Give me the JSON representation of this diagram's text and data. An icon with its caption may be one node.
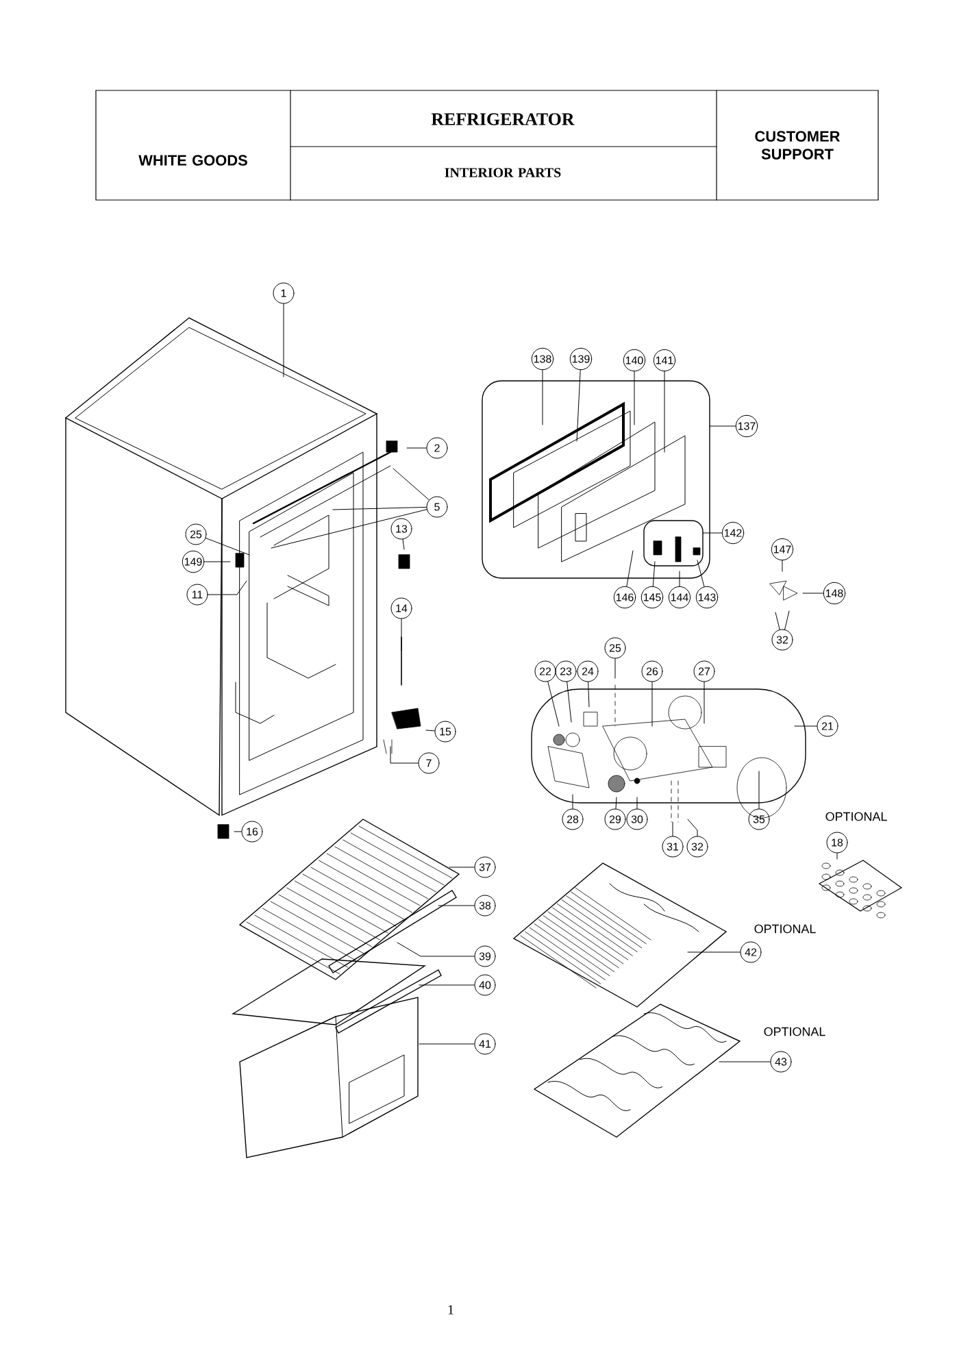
{
  "diagram": {
    "nodes": [
      {
        "text": [
          "1"
        ]
      },
      {
        "text": [
          "2"
        ]
      },
      {
        "text": [
          "5"
        ]
      },
      {
        "text": [
          "25"
        ]
      },
      {
        "text": [
          "149"
        ]
      },
      {
        "text": [
          "13"
        ]
      },
      {
        "text": [
          "11"
        ]
      },
      {
        "text": [
          "14"
        ]
      },
      {
        "text": [
          "15"
        ]
      },
      {
        "text": [
          "7"
        ]
      },
      {
        "text": [
          "16"
        ]
      },
      {
        "text": [
          "138"
        ]
      },
      {
        "text": [
          "139"
        ]
      },
      {
        "text": [
          "140"
        ]
      },
      {
        "text": [
          "141"
        ]
      },
      {
        "text": [
          "137"
        ]
      },
      {
        "text": [
          "142"
        ]
      },
      {
        "text": [
          "147"
        ]
      },
      {
        "text": [
          "146"
        ]
      },
      {
        "text": [
          "145"
        ]
      },
      {
        "text": [
          "144"
        ]
      },
      {
        "text": [
          "143"
        ]
      },
      {
        "text": [
          "148"
        ]
      },
      {
        "text": [
          "32"
        ]
      },
      {
        "text": [
          "25"
        ]
      },
      {
        "text": [
          "22"
        ]
      },
      {
        "text": [
          "23"
        ]
      },
      {
        "text": [
          "24"
        ]
      },
      {
        "text": [
          "26"
        ]
      },
      {
        "text": [
          "27"
        ]
      },
      {
        "text": [
          "21"
        ]
      },
      {
        "text": [
          "28"
        ]
      },
      {
        "text": [
          "29"
        ]
      },
      {
        "text": [
          "30"
        ]
      },
      {
        "text": [
          "35"
        ]
      },
      {
        "text": [
          "18"
        ]
      },
      {
        "text": [
          "31"
        ]
      },
      {
        "text": [
          "32"
        ]
      },
      {
        "text": [
          "37"
        ]
      },
      {
        "text": [
          "38"
        ]
      },
      {
        "text": [
          "39"
        ]
      },
      {
        "text": [
          "40"
        ]
      },
      {
        "text": [
          "42"
        ]
      },
      {
        "text": [
          "41"
        ]
      },
      {
        "text": [
          "43"
        ]
      }
    ],
    "edges": [
      {
        "from": 0,
        "to": null,
        "arrow": "none"
      },
      {
        "from": 1,
        "to": null,
        "arrow": "none"
      },
      {
        "from": 2,
        "to": null,
        "arrow": "none"
      },
      {
        "from": 2,
        "to": null,
        "arrow": "none"
      },
      {
        "from": 2,
        "to": null,
        "arrow": "none"
      },
      {
        "from": 3,
        "to": null,
        "arrow": "none"
      },
      {
        "from": 4,
        "to": null,
        "arrow": "none"
      },
      {
        "from": 5,
        "to": null,
        "arrow": "none"
      },
      {
        "from": 6,
        "to": null,
        "arrow": "none"
      },
      {
        "from": 7,
        "to": null,
        "arrow": "none"
      },
      {
        "from": 8,
        "to": null,
        "arrow": "none"
      },
      {
        "from": 9,
        "to": null,
        "arrow": "none"
      },
      {
        "from": 10,
        "to": null,
        "arrow": "none"
      },
      {
        "from": 11,
        "to": null,
        "arrow": "none"
      },
      {
        "from": 12,
        "to": null,
        "arrow": "none"
      },
      {
        "from": 13,
        "to": null,
        "arrow": "none"
      },
      {
        "from": 14,
        "to": null,
        "arrow": "none"
      },
      {
        "from": 15,
        "to": null,
        "arrow": "none"
      },
      {
        "from": 16,
        "to": null,
        "arrow": "none"
      },
      {
        "from": 18,
        "to": null,
        "arrow": "none"
      },
      {
        "from": 19,
        "to": null,
        "arrow": "none"
      },
      {
        "from": 20,
        "to": null,
        "arrow": "none"
      },
      {
        "from": 21,
        "to": null,
        "arrow": "none"
      },
      {
        "from": 17,
        "to": null,
        "arrow": "none"
      },
      {
        "from": 22,
        "to": null,
        "arrow": "none"
      },
      {
        "from": 23,
        "to": null,
        "arrow": "none"
      },
      {
        "from": 23,
        "to": null,
        "arrow": "none"
      },
      {
        "from": 24,
        "to": null,
        "arrow": "none"
      },
      {
        "from": 25,
        "to": null,
        "arrow": "none"
      },
      {
        "from": 26,
        "to": null,
        "arrow": "none"
      },
      {
        "from": 27,
        "to": null,
        "arrow": "none"
      },
      {
        "from": 28,
        "to": null,
        "arrow": "none"
      },
      {
        "from": 29,
        "to": null,
        "arrow": "none"
      },
      {
        "from": 30,
        "to": null,
        "arrow": "none"
      },
      {
        "from": 31,
        "to": null,
        "arrow": "none"
      },
      {
        "from": 32,
        "to": null,
        "arrow": "none"
      },
      {
        "from": 33,
        "to": null,
        "arrow": "none"
      },
      {
        "from": 34,
        "to": null,
        "arrow": "none"
      },
      {
        "from": 36,
        "to": null,
        "arrow": "none"
      },
      {
        "from": 37,
        "to": null,
        "arrow": "none"
      },
      {
        "from": 35,
        "to": null,
        "arrow": "none"
      },
      {
        "from": 38,
        "to": null,
        "arrow": "none"
      },
      {
        "from": 39,
        "to": null,
        "arrow": "none"
      },
      {
        "from": 40,
        "to": null,
        "arrow": "none"
      },
      {
        "from": 41,
        "to": null,
        "arrow": "none"
      },
      {
        "from": 42,
        "to": null,
        "arrow": "none"
      },
      {
        "from": 43,
        "to": null,
        "arrow": "none"
      },
      {
        "from": 44,
        "to": null,
        "arrow": "none"
      }
    ],
    "labels": [
      "WHITE GOODS",
      "REFRIGERATOR",
      "CUSTOMER SUPPORT",
      "INTERIOR PARTS",
      "OPTIONAL",
      "OPTIONAL",
      "OPTIONAL",
      "1"
    ]
  }
}
